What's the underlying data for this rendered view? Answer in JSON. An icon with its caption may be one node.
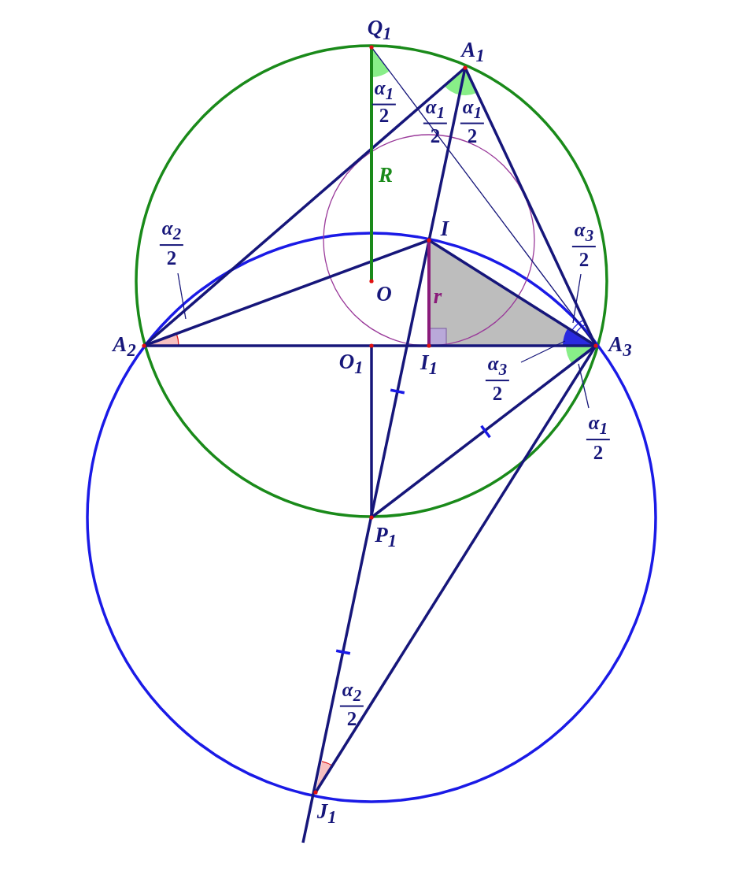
{
  "diagram": {
    "nodes": [
      {
        "text": [
          "α$_{2}$",
          "2"
        ]
      },
      {
        "text": [
          "α$_{3}$",
          "2"
        ]
      },
      {
        "text": [
          "α$_{3}$",
          "2"
        ]
      },
      {
        "text": [
          "α$_{1}$",
          "2"
        ]
      }
    ],
    "edges": [
      {
        "from": 0,
        "to": null,
        "arrow": "none"
      },
      {
        "from": 1,
        "to": null,
        "arrow": "none"
      },
      {
        "from": 2,
        "to": null,
        "arrow": "none"
      },
      {
        "from": 3,
        "to": null,
        "arrow": "none"
      }
    ],
    "labels": [
      "Q$_{1}$",
      "α$_{1}$",
      "2",
      "A$_{1}$",
      "α$_{1}$",
      "2",
      "α$_{1}$",
      "2",
      "R",
      "I",
      "O",
      "r",
      "A$_{2}$",
      "O$_{1}$",
      "I$_{1}$",
      "A$_{3}$",
      "P$_{1}$",
      "α$_{2}$",
      "2",
      "J$_{1}$"
    ]
  }
}
